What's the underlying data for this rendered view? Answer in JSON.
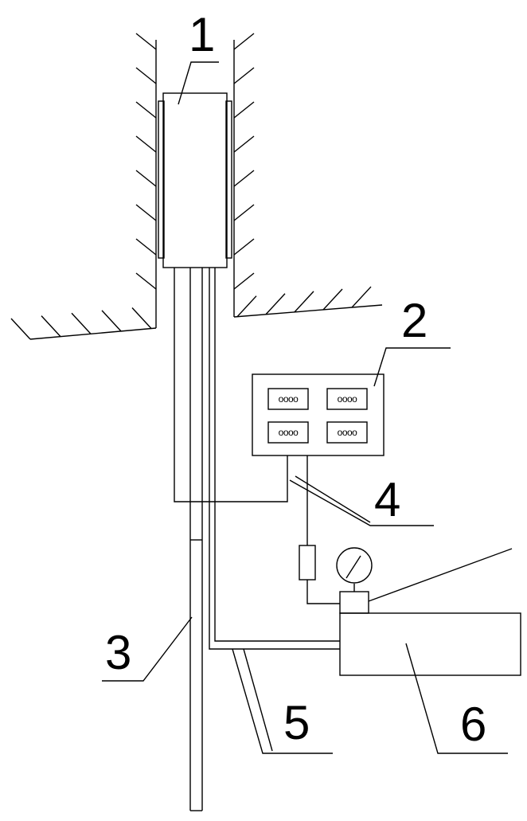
{
  "labels": {
    "packer": "1",
    "control_box": "2",
    "pipe": "3",
    "cable": "4",
    "hose": "5",
    "pump_unit": "6"
  },
  "displays": [
    "oooo",
    "oooo",
    "oooo",
    "oooo"
  ]
}
